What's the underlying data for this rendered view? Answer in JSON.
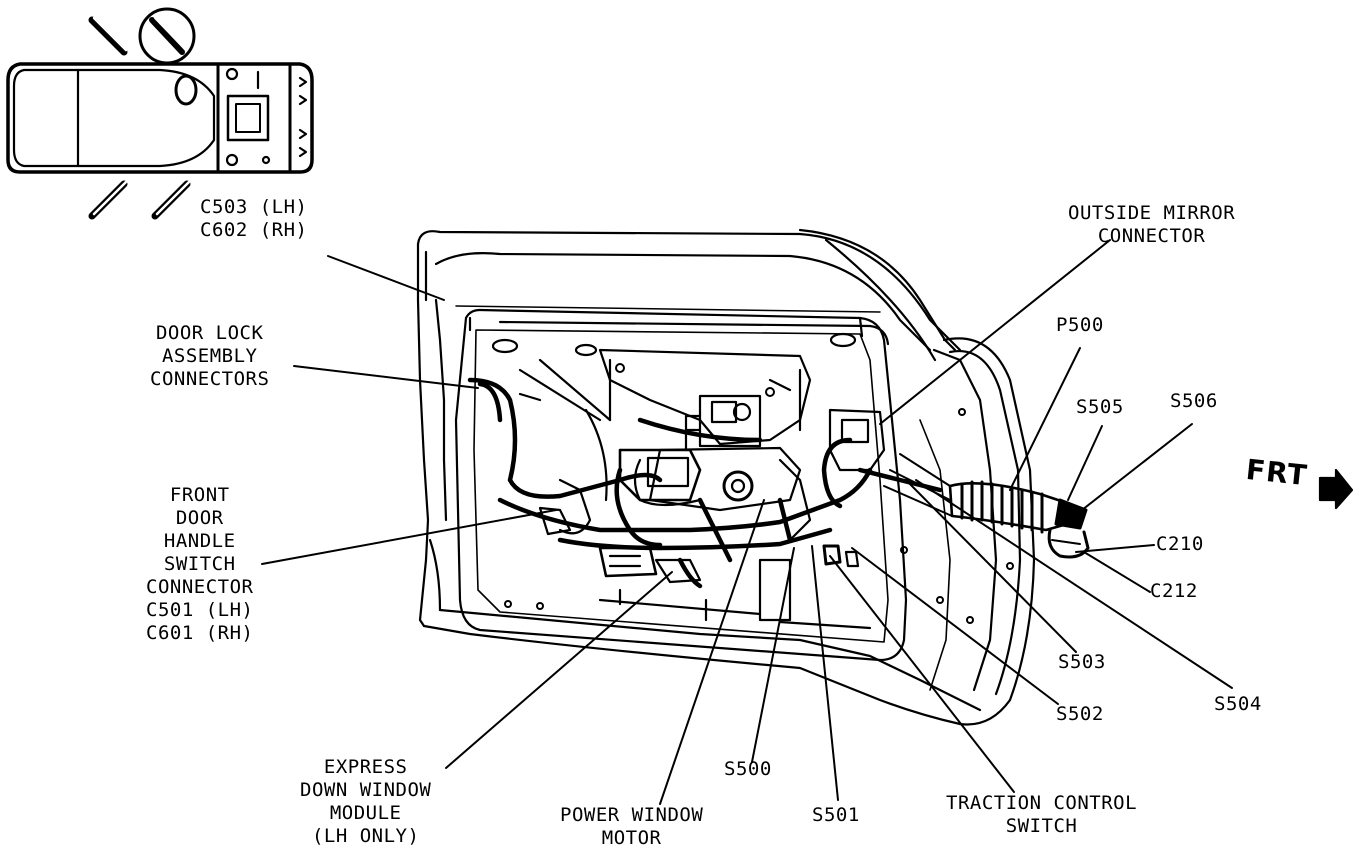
{
  "labels": {
    "c503_c602": "C503 (LH)\nC602 (RH)",
    "door_lock": "DOOR LOCK\nASSEMBLY\nCONNECTORS",
    "front_door_handle": "FRONT\nDOOR\nHANDLE\nSWITCH\nCONNECTOR\nC501 (LH)\nC601 (RH)",
    "express_down": "EXPRESS\nDOWN WINDOW\nMODULE\n(LH ONLY)",
    "power_window_motor": "POWER WINDOW\nMOTOR",
    "s500": "S500",
    "s501": "S501",
    "traction_control": "TRACTION CONTROL\nSWITCH",
    "s502": "S502",
    "s503": "S503",
    "s504": "S504",
    "c212": "C212",
    "c210": "C210",
    "s505": "S505",
    "s506": "S506",
    "p500": "P500",
    "outside_mirror": "OUTSIDE MIRROR\nCONNECTOR",
    "frt": "FRT"
  },
  "icons": {
    "frt_arrow": "right-arrow-icon",
    "vehicle_locator": "vehicle-top-view-icon"
  },
  "colors": {
    "ink": "#000000",
    "paper": "#ffffff"
  }
}
